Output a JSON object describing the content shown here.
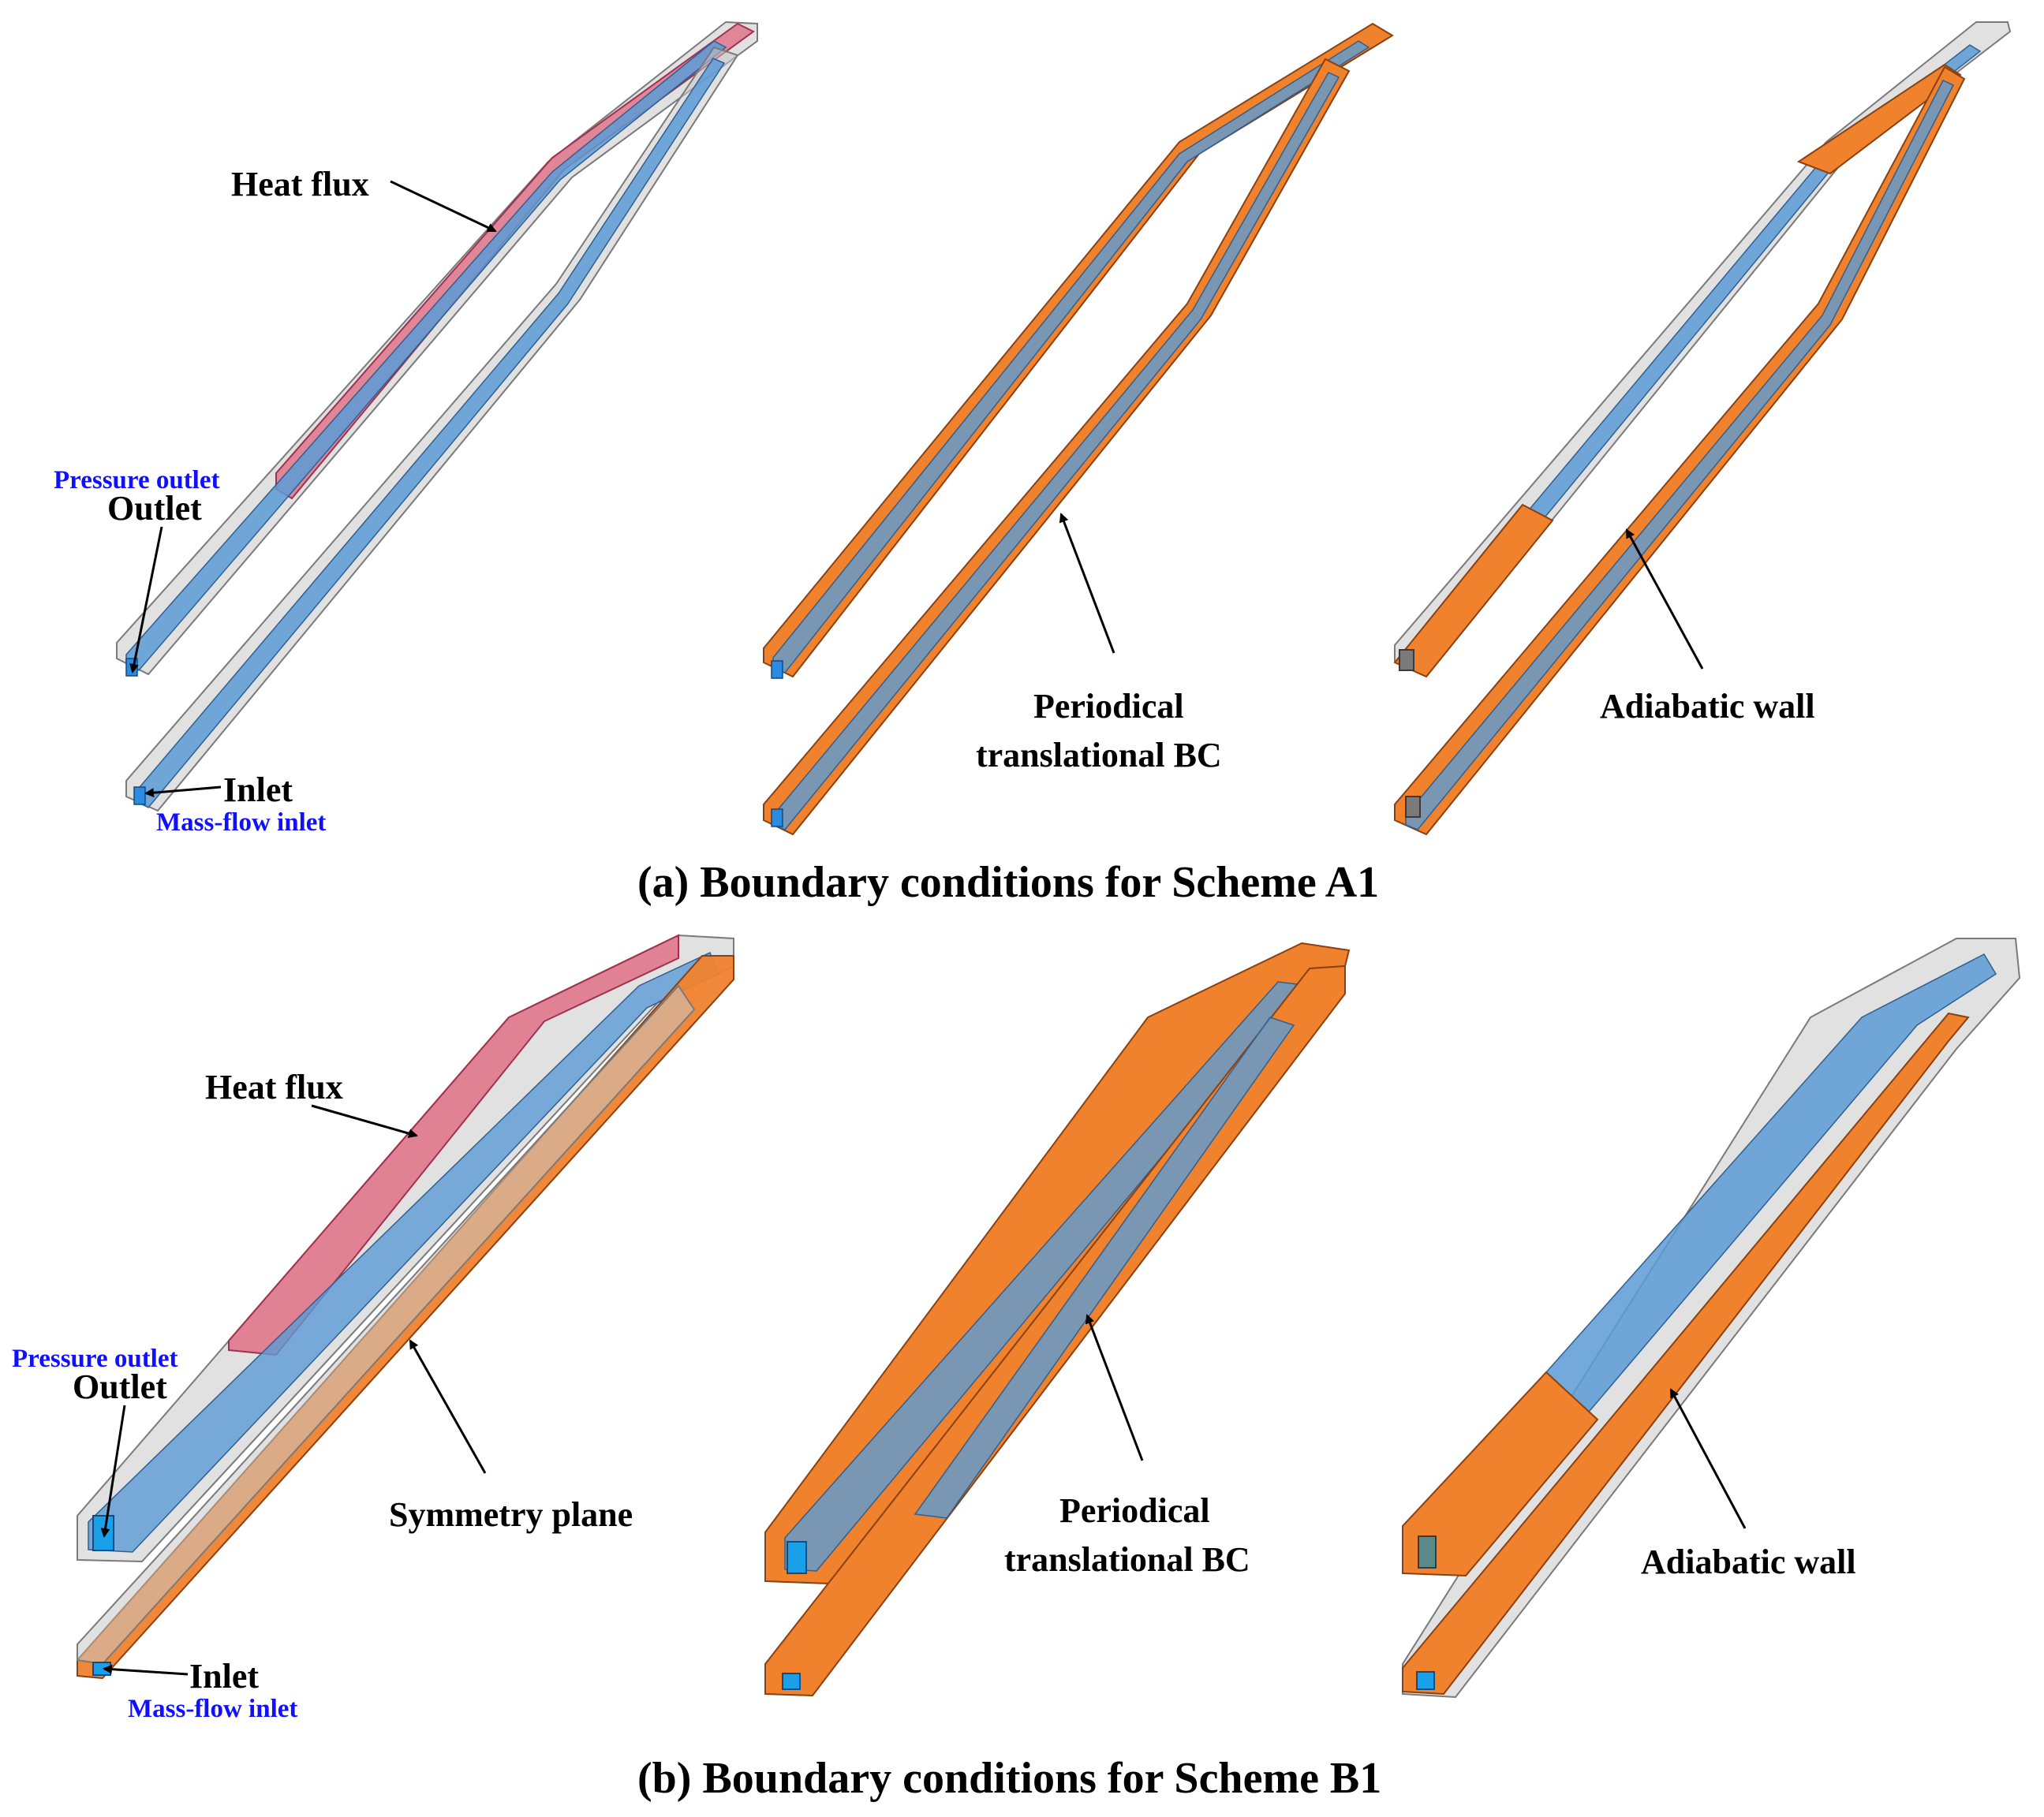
{
  "colors": {
    "heat_flux": "#e0607a",
    "fluid": "#5b9bd5",
    "periodic": "#f0822e",
    "adiabatic": "#f0822e",
    "solid": "#c8c8c8",
    "blue_label": "#1010ff",
    "text": "#000000"
  },
  "panel_a": {
    "caption": "(a) Boundary conditions for Scheme A1",
    "model1": {
      "heat_flux": "Heat flux",
      "pressure_outlet": "Pressure outlet",
      "outlet": "Outlet",
      "inlet": "Inlet",
      "mass_flow_inlet": "Mass-flow inlet"
    },
    "model2": {
      "line1": "Periodical",
      "line2": "translational BC"
    },
    "model3": {
      "adiabatic": "Adiabatic wall"
    }
  },
  "panel_b": {
    "caption": "(b) Boundary conditions for Scheme B1",
    "model1": {
      "heat_flux": "Heat flux",
      "pressure_outlet": "Pressure outlet",
      "outlet": "Outlet",
      "symmetry": "Symmetry plane",
      "inlet": "Inlet",
      "mass_flow_inlet": "Mass-flow inlet"
    },
    "model2": {
      "line1": "Periodical",
      "line2": "translational BC"
    },
    "model3": {
      "adiabatic": "Adiabatic wall"
    }
  }
}
